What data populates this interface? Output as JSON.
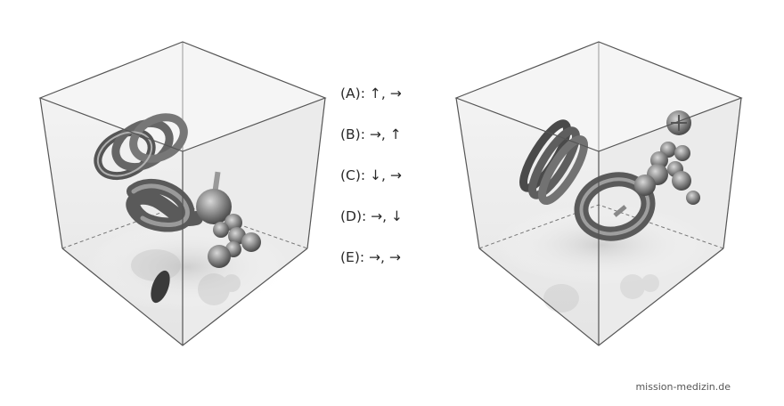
{
  "options": [
    {
      "label": "(A): ↑, →"
    },
    {
      "label": "(B): →, ↑"
    },
    {
      "label": "(C): ↓, →"
    },
    {
      "label": "(D): →, ↓"
    },
    {
      "label": "(E): →, →"
    }
  ],
  "watermark": "mission-medizin.de",
  "colors": {
    "edge": "#555555",
    "object_dark": "#555555",
    "object_mid": "#8a8a8a",
    "object_light": "#c8c8c8"
  },
  "icons": {
    "left_cube": "cube-with-coil-knot-and-spheres-icon",
    "right_cube": "cube-rotated-view-icon"
  }
}
